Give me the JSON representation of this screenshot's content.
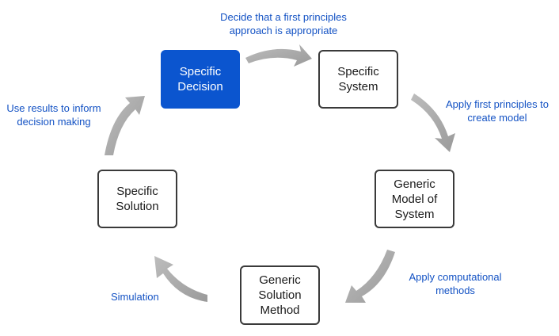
{
  "colors": {
    "highlight_box": "#0b55cf",
    "box_border": "#3a3a3a",
    "label_text": "#1352c4",
    "arrow": "#a8a8a8"
  },
  "nodes": {
    "specific_decision": "Specific\nDecision",
    "specific_system": "Specific\nSystem",
    "generic_model": "Generic\nModel of\nSystem",
    "generic_solution_method": "Generic\nSolution\nMethod",
    "specific_solution": "Specific\nSolution"
  },
  "edge_labels": {
    "decide_first_principles": "Decide that a first principles\napproach is appropriate",
    "apply_first_principles": "Apply first principles to\ncreate model",
    "apply_computational": "Apply computational\nmethods",
    "simulation": "Simulation",
    "use_results": "Use results to inform\ndecision making"
  }
}
